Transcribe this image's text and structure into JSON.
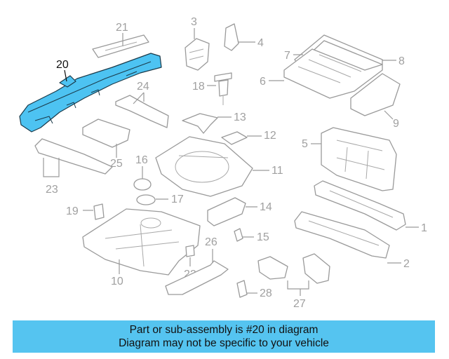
{
  "diagram": {
    "callouts": [
      "1",
      "2",
      "3",
      "4",
      "5",
      "6",
      "7",
      "8",
      "9",
      "10",
      "11",
      "12",
      "13",
      "14",
      "15",
      "16",
      "17",
      "18",
      "19",
      "20",
      "21",
      "22",
      "23",
      "24",
      "25",
      "26",
      "27",
      "28"
    ],
    "highlighted_part": "20",
    "highlight_color": "#4dc3f2",
    "line_color": "#9a9a9a"
  },
  "banner": {
    "line1": "Part or sub-assembly is #20 in diagram",
    "line2": "Diagram may not be specific to your vehicle",
    "background": "#55c4f0"
  }
}
